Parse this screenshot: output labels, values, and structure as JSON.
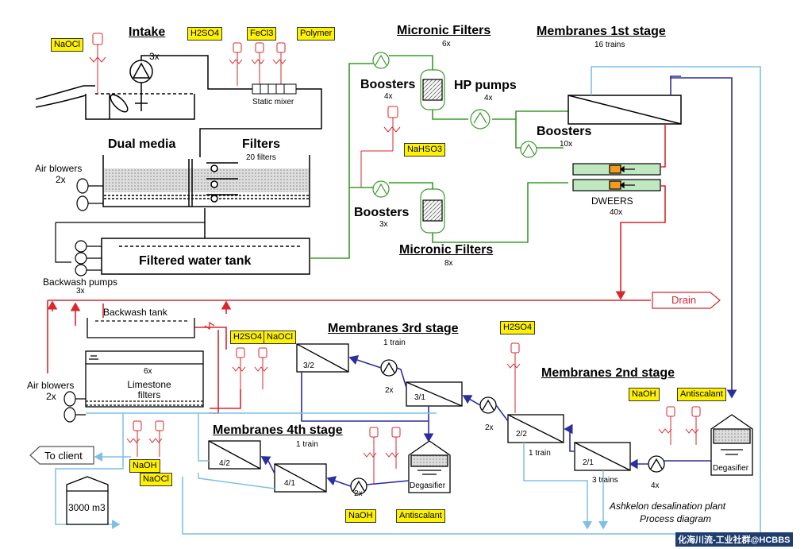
{
  "labels": {
    "intake": "Intake",
    "intake_count": "3x",
    "static_mixer": "Static mixer",
    "dual_media": "Dual media",
    "filters": "Filters",
    "filters_count": "20 filters",
    "air_blowers": "Air blowers",
    "air_blowers_count": "2x",
    "filtered_tank": "Filtered water tank",
    "backwash_pumps": "Backwash pumps",
    "backwash_pumps_count": "3x",
    "micronic_top": "Micronic Filters",
    "micronic_top_count": "6x",
    "micronic_bottom": "Micronic Filters",
    "micronic_bottom_count": "8x",
    "boosters_top": "Boosters",
    "boosters_top_count": "4x",
    "boosters_bottom": "Boosters",
    "boosters_bottom_count": "3x",
    "hp_pumps": "HP pumps",
    "hp_pumps_count": "4x",
    "boosters_erd": "Boosters",
    "boosters_erd_count": "10x",
    "membranes_1": "Membranes 1st stage",
    "membranes_1_trains": "16 trains",
    "dweers": "DWEERS",
    "dweers_count": "40x",
    "drain": "Drain",
    "backwash_tank": "Backwash tank",
    "air_blowers_2": "Air blowers",
    "air_blowers_2_count": "2x",
    "limestone": "Limestone\nfilters",
    "limestone_count": "6x",
    "membranes_3": "Membranes 3rd stage",
    "membranes_3_trains": "1 train",
    "m32": "3/2",
    "m31": "3/1",
    "pump_3_count": "2x",
    "membranes_2": "Membranes 2nd stage",
    "m22": "2/2",
    "m21": "2/1",
    "m22_trains": "1 train",
    "m21_trains": "3 trains",
    "pump_2a_count": "2x",
    "pump_2b_count": "4x",
    "membranes_4": "Membranes 4th stage",
    "membranes_4_trains": "1 train",
    "m42": "4/2",
    "m41": "4/1",
    "pump_4_count": "2x",
    "degasifier_1": "Degasifier",
    "degasifier_2": "Degasifier",
    "to_client": "To client",
    "storage": "3000 m3",
    "caption_1": "Ashkelon desalination plant",
    "caption_2": "Process diagram",
    "watermark": "化海川流-工业社群@HCBBS"
  },
  "chemicals": {
    "naocl_intake": "NaOCl",
    "h2so4_top": "H2SO4",
    "fecl3": "FeCl3",
    "polymer": "Polymer",
    "nahso3": "NaHSO3",
    "h2so4_lime": "H2SO4",
    "naocl_lime": "NaOCl",
    "h2so4_stage2": "H2SO4",
    "naoh_stage2": "NaOH",
    "antiscalant_stage2": "Antiscalant",
    "naoh_client": "NaOH",
    "naocl_client": "NaOCl",
    "naoh_stage4": "NaOH",
    "antiscalant_stage4": "Antiscalant"
  },
  "colors": {
    "green": "#3a9a2a",
    "red": "#d8272d",
    "blue": "#2b2f9e",
    "light_blue": "#7fbfe6",
    "chem_yellow": "#fff200",
    "dweers_green": "#bfe8c0",
    "dweers_orange": "#f39c1f"
  }
}
